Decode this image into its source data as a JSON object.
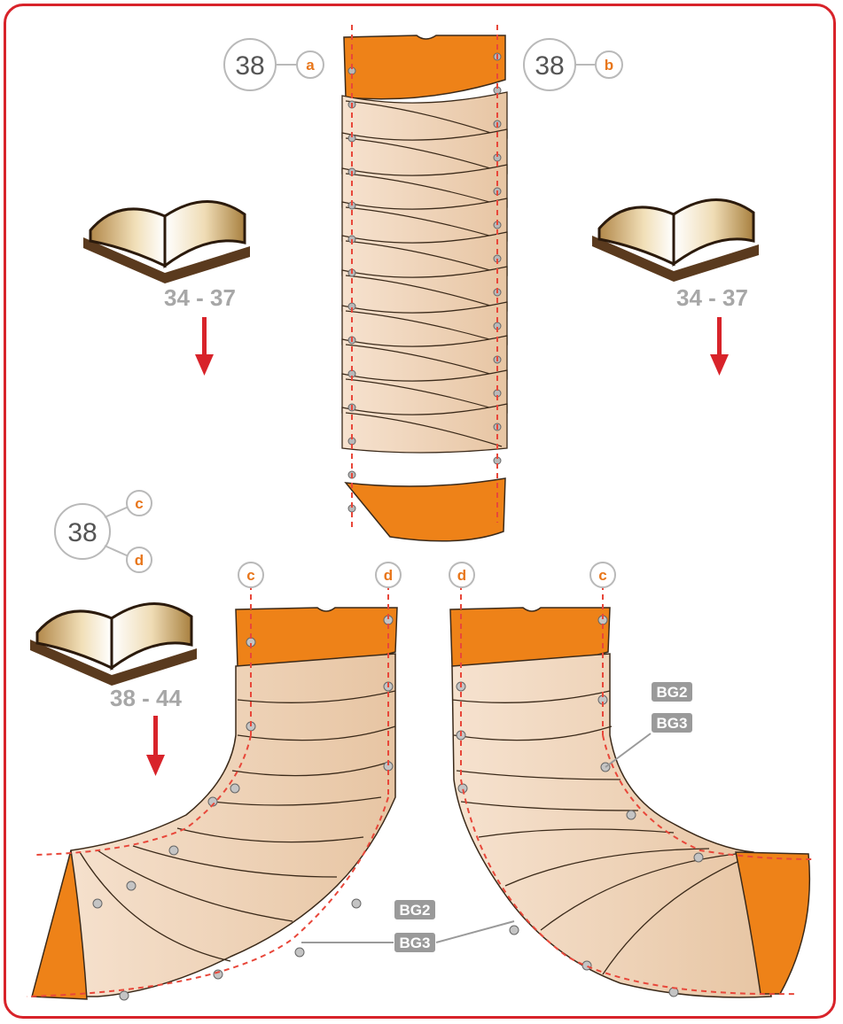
{
  "step_number": "38",
  "callouts": {
    "top_left": {
      "number": "38",
      "letter": "a"
    },
    "top_right": {
      "number": "38",
      "letter": "b"
    },
    "bottom_left": {
      "number": "38",
      "letters": [
        "c",
        "d"
      ]
    }
  },
  "seam_labels": {
    "left_pipe": [
      "c",
      "d"
    ],
    "right_pipe": [
      "d",
      "c"
    ]
  },
  "page_refs": {
    "top_left": "34 - 37",
    "top_right": "34 - 37",
    "bottom_left": "38 - 44"
  },
  "part_tags": {
    "right_pipe": [
      "BG2",
      "BG3"
    ],
    "left_pipe": [
      "BG2",
      "BG3"
    ]
  },
  "colors": {
    "frame": "#d8232a",
    "accent_orange": "#ee8218",
    "segment_fill": "#f2d7bd",
    "letter_orange": "#e8761a",
    "arrow_red": "#d8232a",
    "tag_gray": "#9a9a9a"
  },
  "icons": [
    "open-book-icon",
    "down-arrow-icon"
  ]
}
